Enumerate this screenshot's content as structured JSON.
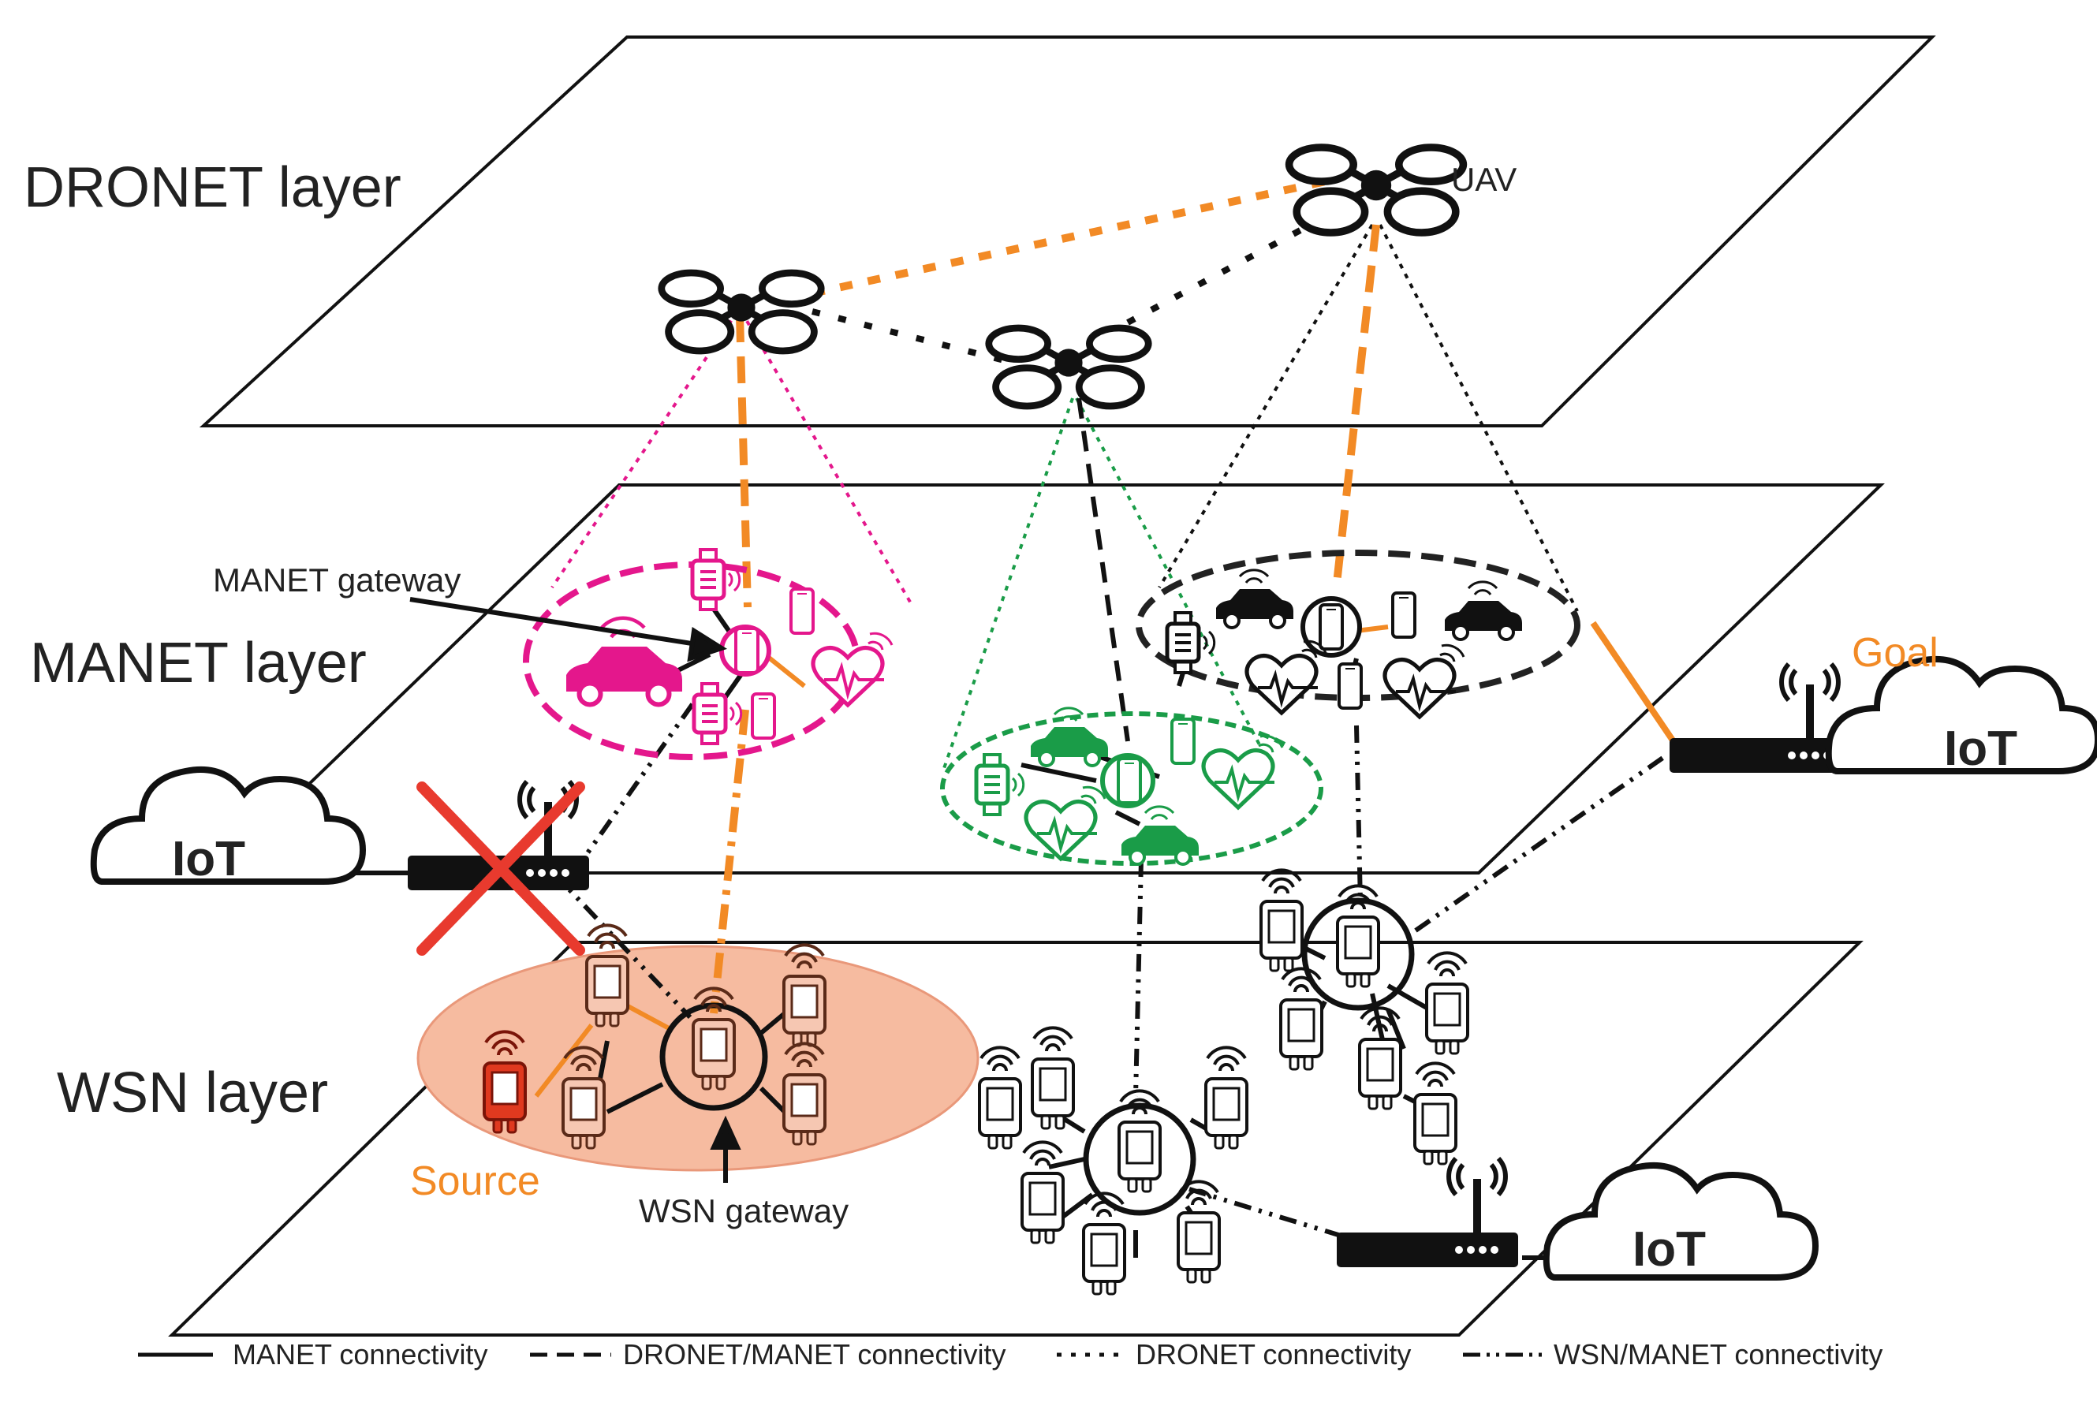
{
  "layers": {
    "dronet": "DRONET layer",
    "manet": "MANET layer",
    "wsn": "WSN layer"
  },
  "labels": {
    "uav": "UAV",
    "manet_gateway": "MANET gateway",
    "wsn_gateway": "WSN gateway",
    "source": "Source",
    "goal": "Goal"
  },
  "nodes": {
    "iot_label": "IoT"
  },
  "legend": [
    {
      "label": "MANET connectivity",
      "style": "solid"
    },
    {
      "label": "DRONET/MANET connectivity",
      "style": "dashed"
    },
    {
      "label": "DRONET connectivity",
      "style": "dotted"
    },
    {
      "label": "WSN/MANET connectivity",
      "style": "dash-dot-dot"
    }
  ],
  "colors": {
    "path_highlight": "#f28a25",
    "manet_cluster_pink": "#e4178c",
    "manet_cluster_green": "#1a9c48",
    "failure_mark": "#e83a2e",
    "source_region": "#f6bba0",
    "source_node": "#e0391f"
  },
  "icons": [
    "uav-drone-icon",
    "router-icon",
    "iot-cloud-icon",
    "sensor-node-icon",
    "smartphone-icon",
    "smartwatch-icon",
    "car-icon",
    "heart-monitor-icon",
    "failure-x-icon"
  ]
}
